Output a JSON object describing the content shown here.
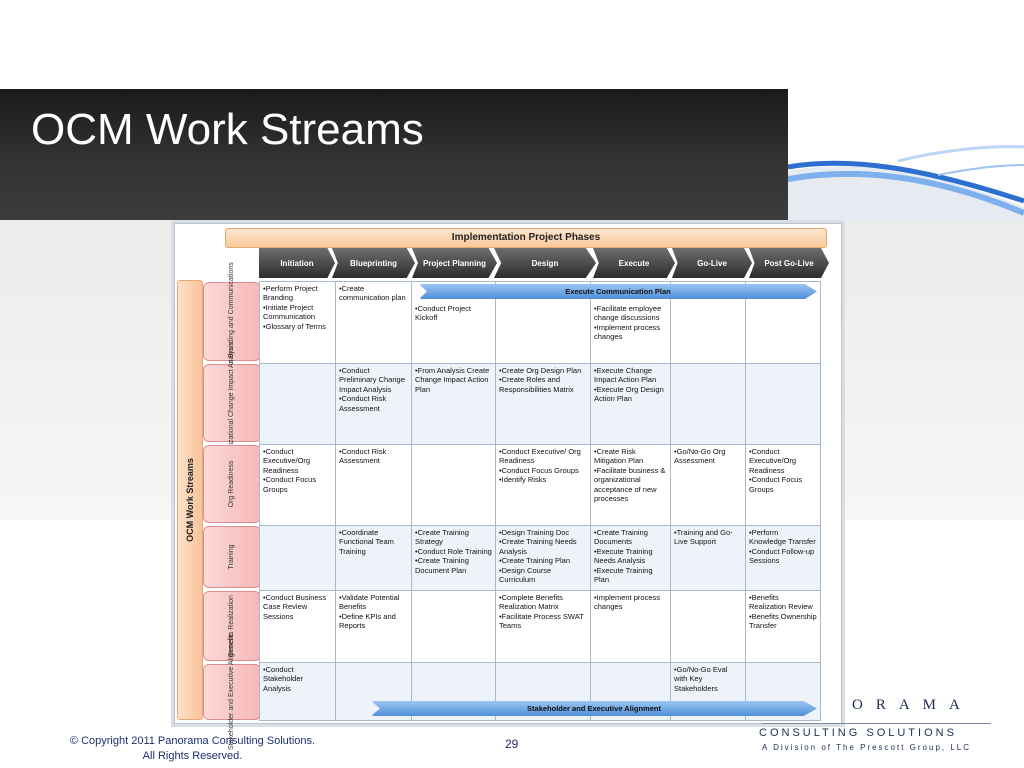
{
  "slide": {
    "title": "OCM Work Streams",
    "page_number": "29",
    "copyright_line1": "© Copyright 2011 Panorama Consulting Solutions.",
    "copyright_line2": "All Rights Reserved.",
    "logo_main": "ORAMA",
    "logo_sub": "CONSULTING SOLUTIONS",
    "logo_tagline": "A Division of The Prescott Group, LLC"
  },
  "diagram": {
    "header": "Implementation Project Phases",
    "side_label": "OCM Work Streams",
    "phases": [
      "Initiation",
      "Blueprinting",
      "Project Planning",
      "Design",
      "Execute",
      "Go-Live",
      "Post Go-Live"
    ],
    "top_bar": "Execute Communication Plan",
    "bottom_bar": "Stakeholder and Executive Alignment",
    "streams": [
      {
        "name": "Project Branding and Communications",
        "cells": [
          "•Perform Project Branding\n•Initiate Project Communication\n•Glossary of Terms",
          "•Create communication plan",
          "•Conduct Project Kickoff",
          "",
          "•Facilitate employee change discussions\n•Implement process changes",
          "",
          ""
        ]
      },
      {
        "name": "Organizational Change Impact Analysis",
        "cells": [
          "",
          "•Conduct Preliminary Change Impact Analysis\n•Conduct Risk Assessment",
          "•From Analysis Create Change Impact Action Plan",
          "•Create Org Design Plan\n•Create Roles and Responsibilities Matrix",
          "•Execute Change Impact Action Plan\n•Execute Org Design Action Plan",
          "",
          ""
        ]
      },
      {
        "name": "Org Readiness",
        "cells": [
          "•Conduct Executive/Org Readiness\n•Conduct Focus Groups",
          "•Conduct Risk Assessment",
          "",
          "•Conduct Executive/ Org Readiness\n•Conduct Focus Groups\n•Identify Risks",
          "•Create Risk Mitigation Plan\n•Facilitate business & organizational acceptance of new processes",
          "•Go/No-Go Org Assessment",
          "•Conduct Executive/Org Readiness\n•Conduct Focus Groups"
        ]
      },
      {
        "name": "Training",
        "cells": [
          "",
          "•Coordinate Functional Team Training",
          "•Create Training Strategy\n•Conduct Role Training\n•Create Training Document Plan",
          "•Design Training Doc\n•Create Training Needs Analysis\n•Create Training Plan\n•Design Course Curriculum",
          "•Create Training Documents\n•Execute Training Needs Analysis\n•Execute Training Plan",
          "•Training and Go-Live Support",
          "•Perform Knowledge Transfer\n•Conduct Follow-up Sessions"
        ]
      },
      {
        "name": "Benefits Realization",
        "cells": [
          "•Conduct Business Case Review Sessions",
          "•Validate Potential Benefits\n•Define KPIs and Reports",
          "",
          "•Complete Benefits Realization Matrix\n•Facilitate Process SWAT Teams",
          "•Implement process changes",
          "",
          "•Benefits Realization Review\n•Benefits Ownership Transfer"
        ]
      },
      {
        "name": "Stakeholder and Executive Alignment",
        "cells": [
          "•Conduct Stakeholder Analysis",
          "",
          "",
          "",
          "",
          "•Go/No-Go Eval with Key Stakeholders",
          ""
        ]
      }
    ]
  }
}
